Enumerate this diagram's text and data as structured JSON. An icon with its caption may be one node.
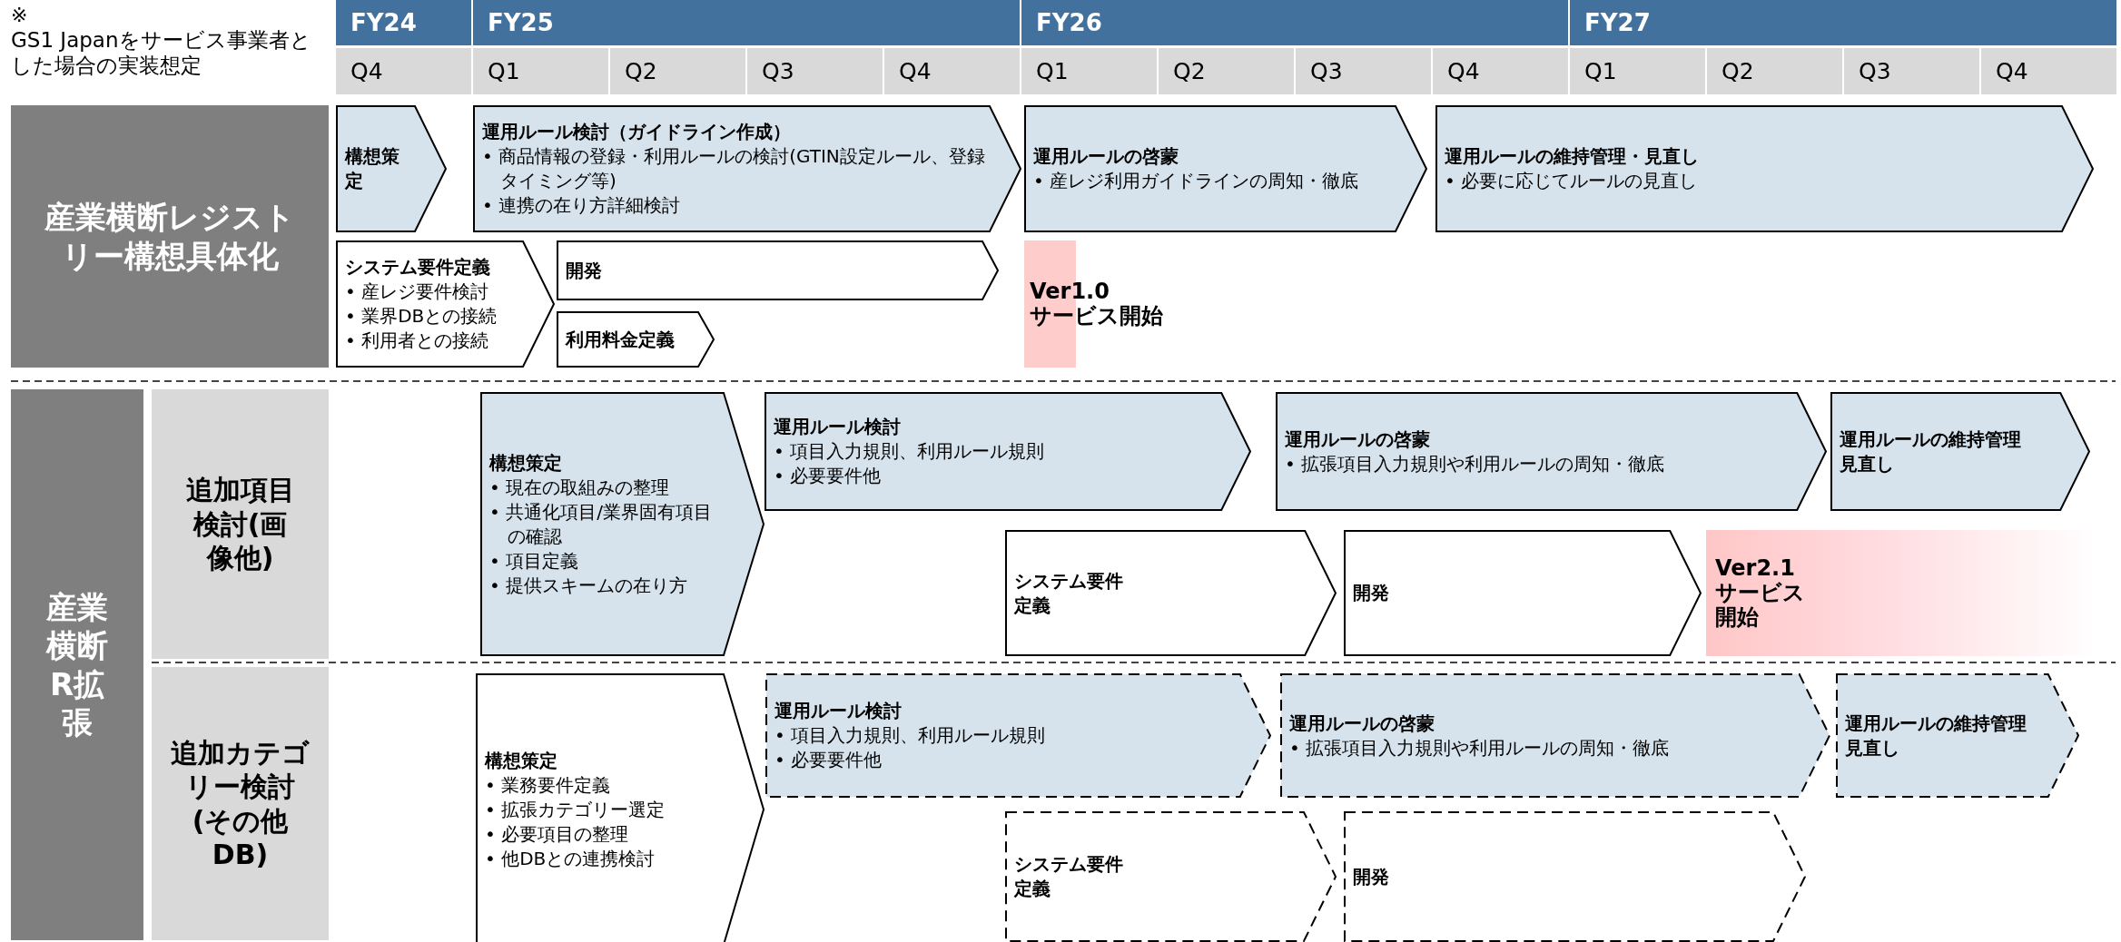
{
  "diagram": {
    "nodes": [
      {
        "text": [
          "産業横断レジストリー構想具体化"
        ]
      },
      {
        "text": [
          "構想策定"
        ]
      },
      {
        "text": [
          "運用ルール検討（ガイドライン作成）",
          "• 商品情報の登録・利用ルールの検討(GTIN設定ルール、登録タイミング等)",
          "• 連携の在り方詳細検討"
        ]
      },
      {
        "text": [
          "運用ルールの啓蒙",
          "• 産レジ利用ガイドラインの周知・徹底"
        ]
      },
      {
        "text": [
          "運用ルールの維持管理・見直し",
          "• 必要に応じてルールの見直し"
        ]
      },
      {
        "text": [
          "システム要件定義",
          "• 産レジ要件検討",
          "• 業界DBとの接続",
          "• 利用者との接続"
        ]
      },
      {
        "text": [
          "開発"
        ]
      },
      {
        "text": [
          "利用料金定義"
        ]
      },
      {
        "text": [
          "Ver1.0",
          "サービス開始"
        ]
      },
      {
        "text": [
          "産業横断R拡張"
        ]
      },
      {
        "text": [
          "追加項目検討(画像他)"
        ]
      },
      {
        "text": [
          "構想策定",
          "• 現在の取組みの整理",
          "• 共通化項目/業界固有項目の確認",
          "• 項目定義",
          "• 提供スキームの在り方"
        ]
      },
      {
        "text": [
          "運用ルール検討",
          "• 項目入力規則、利用ルール規則",
          "• 必要要件他"
        ]
      },
      {
        "text": [
          "運用ルールの啓蒙",
          "• 拡張項目入力規則や利用ルールの周知・徹底"
        ]
      },
      {
        "text": [
          "運用ルールの維持管理見直し"
        ]
      },
      {
        "text": [
          "システム要件定義"
        ]
      },
      {
        "text": [
          "開発"
        ]
      },
      {
        "text": [
          "Ver2.1",
          "サービス開始"
        ]
      },
      {
        "text": [
          "追加カテゴリー検討(その他DB)"
        ]
      },
      {
        "text": [
          "構想策定",
          "• 業務要件定義",
          "• 拡張カテゴリー選定",
          "• 必要項目の整理",
          "• 他DBとの連携検討"
        ]
      },
      {
        "text": [
          "運用ルール検討",
          "• 項目入力規則、利用ルール規則",
          "• 必要要件他"
        ]
      },
      {
        "text": [
          "運用ルールの啓蒙",
          "• 拡張項目入力規則や利用ルールの周知・徹底"
        ]
      },
      {
        "text": [
          "運用ルールの維持管理見直し"
        ]
      },
      {
        "text": [
          "システム要件定義"
        ]
      },
      {
        "text": [
          "開発"
        ]
      }
    ],
    "labels": [
      "※",
      "GS1 Japanをサービス事業者とした場合の実装想定",
      "FY24",
      "FY25",
      "FY26",
      "FY27",
      "Q4",
      "Q1",
      "Q2",
      "Q3",
      "Q4",
      "Q1",
      "Q2",
      "Q3",
      "Q4",
      "Q1",
      "Q2",
      "Q3",
      "Q4"
    ]
  }
}
